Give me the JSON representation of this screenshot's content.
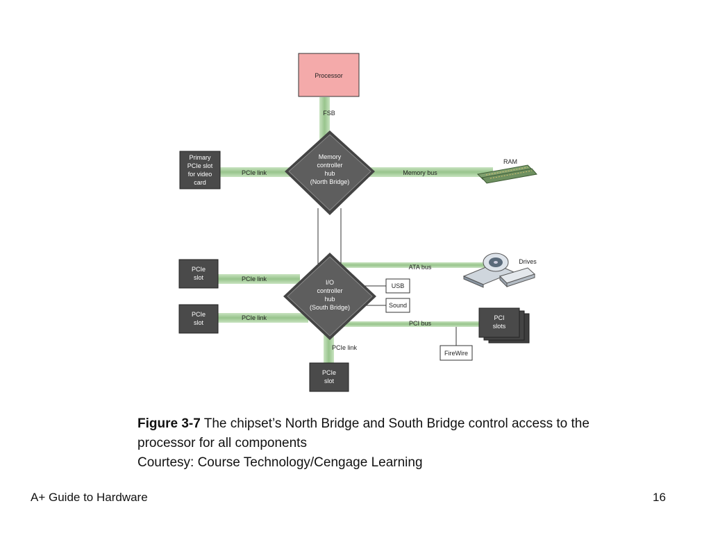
{
  "diagram": {
    "processor": "Processor",
    "fsb": "FSB",
    "north_bridge": [
      "Memory",
      "controller",
      "hub",
      "(North Bridge)"
    ],
    "south_bridge": [
      "I/O",
      "controller",
      "hub",
      "(South Bridge)"
    ],
    "primary_pcie_slot": [
      "Primary",
      "PCIe slot",
      "for video",
      "card"
    ],
    "pcie_slot": [
      "PCIe",
      "slot"
    ],
    "pcie_link": "PCIe link",
    "memory_bus": "Memory bus",
    "ram": "RAM",
    "ata_bus": "ATA bus",
    "drives": "Drives",
    "usb": "USB",
    "sound": "Sound",
    "pci_bus": "PCI bus",
    "pci_slots": [
      "PCI",
      "slots"
    ],
    "firewire": "FireWire"
  },
  "caption": {
    "figure_label": "Figure 3-7",
    "text": " The chipset’s North Bridge and South Bridge control access to the processor for all components",
    "courtesy": "Courtesy: Course Technology/Cengage Learning"
  },
  "footer": {
    "title": "A+ Guide to Hardware",
    "page_number": "16"
  },
  "colors": {
    "processor_fill": "#f4aaaa",
    "bus_green": "#a9cfa0",
    "chip_gray": "#5a5a5a",
    "slot_gray": "#4a4a4a"
  }
}
